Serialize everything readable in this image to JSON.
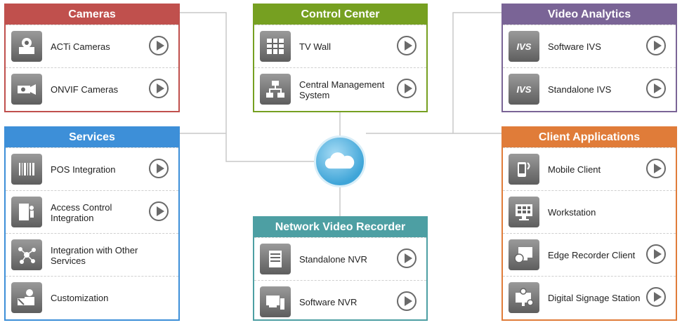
{
  "colors": {
    "cameras": "#c0504d",
    "control_center": "#76a021",
    "video_analytics": "#7a6496",
    "services": "#3d8fd8",
    "client_applications": "#e07c39",
    "nvr": "#4d9fa3"
  },
  "cameras": {
    "title": "Cameras",
    "items": [
      {
        "label": "ACTi Cameras",
        "icon": "dome-camera-icon",
        "has_play": true
      },
      {
        "label": "ONVIF Cameras",
        "icon": "box-camera-icon",
        "has_play": true
      }
    ]
  },
  "control_center": {
    "title": "Control Center",
    "items": [
      {
        "label": "TV Wall",
        "icon": "grid-icon",
        "has_play": true
      },
      {
        "label": "Central Management System",
        "icon": "network-icon",
        "has_play": true
      }
    ]
  },
  "video_analytics": {
    "title": "Video Analytics",
    "items": [
      {
        "label": "Software IVS",
        "icon": "ivs-icon",
        "icon_text": "IVS",
        "has_play": true
      },
      {
        "label": "Standalone IVS",
        "icon": "ivs-box-icon",
        "icon_text": "IVS",
        "has_play": true
      }
    ]
  },
  "services": {
    "title": "Services",
    "items": [
      {
        "label": "POS Integration",
        "icon": "barcode-icon",
        "has_play": true
      },
      {
        "label": "Access Control Integration",
        "icon": "door-icon",
        "has_play": true
      },
      {
        "label": "Integration with Other Services",
        "icon": "molecule-icon",
        "has_play": false
      },
      {
        "label": "Customization",
        "icon": "tools-person-icon",
        "has_play": false
      }
    ]
  },
  "client_applications": {
    "title": "Client Applications",
    "items": [
      {
        "label": "Mobile Client",
        "icon": "mobile-icon",
        "has_play": true
      },
      {
        "label": "Workstation",
        "icon": "monitor-icon",
        "has_play": false
      },
      {
        "label": "Edge Recorder Client",
        "icon": "edge-monitor-icon",
        "has_play": true
      },
      {
        "label": "Digital Signage Station",
        "icon": "signage-icon",
        "has_play": true
      }
    ]
  },
  "nvr": {
    "title": "Network Video Recorder",
    "items": [
      {
        "label": "Standalone NVR",
        "icon": "server-icon",
        "has_play": true
      },
      {
        "label": "Software NVR",
        "icon": "pc-icon",
        "has_play": true
      }
    ]
  },
  "center": {
    "icon": "cloud-icon"
  }
}
